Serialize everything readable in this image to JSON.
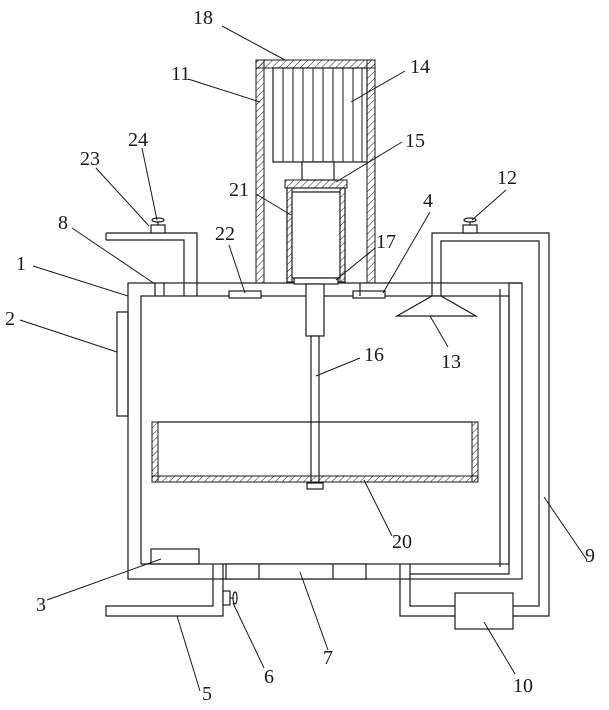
{
  "labels": [
    {
      "id": "1",
      "text": "1"
    },
    {
      "id": "2",
      "text": "2"
    },
    {
      "id": "3",
      "text": "3"
    },
    {
      "id": "4",
      "text": "4"
    },
    {
      "id": "5",
      "text": "5"
    },
    {
      "id": "6",
      "text": "6"
    },
    {
      "id": "7",
      "text": "7"
    },
    {
      "id": "8",
      "text": "8"
    },
    {
      "id": "9",
      "text": "9"
    },
    {
      "id": "10",
      "text": "10"
    },
    {
      "id": "11",
      "text": "11"
    },
    {
      "id": "12",
      "text": "12"
    },
    {
      "id": "13",
      "text": "13"
    },
    {
      "id": "14",
      "text": "14"
    },
    {
      "id": "15",
      "text": "15"
    },
    {
      "id": "16",
      "text": "16"
    },
    {
      "id": "17",
      "text": "17"
    },
    {
      "id": "18",
      "text": "18"
    },
    {
      "id": "20",
      "text": "20"
    },
    {
      "id": "21",
      "text": "21"
    },
    {
      "id": "22",
      "text": "22"
    },
    {
      "id": "23",
      "text": "23"
    },
    {
      "id": "24",
      "text": "24"
    }
  ]
}
